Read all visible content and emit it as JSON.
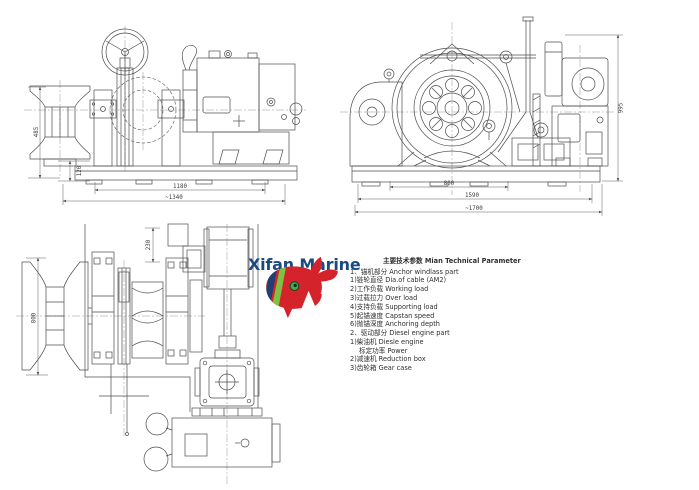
{
  "views": {
    "front": {
      "dim_485": "485",
      "dim_120": "120",
      "dim_1180": "1180",
      "dim_1340": "~1340"
    },
    "side": {
      "dim_800": "800",
      "dim_1590": "1590",
      "dim_1700": "~1700",
      "dim_995": "995"
    },
    "plan": {
      "dim_230": "230",
      "dim_800": "800"
    }
  },
  "parameters": {
    "title": "主要技术参数 Mian Technical Parameter",
    "items": [
      "1、锚机部分 Anchor windlass part",
      "1)链轮直径 Dia.of cable (AM2)",
      "2)工作负载 Working load",
      "3)过载拉力 Over load",
      "4)支持负载 Supporting load",
      "5)起锚速度 Capstan speed",
      "6)抛锚深度 Anchoring depth",
      "2、驱动部分 Diesel engine part",
      "1)柴油机 Diesle engine",
      "标定功率 Power",
      "2)减速机 Reduction box",
      "3)齿轮箱 Gear case"
    ]
  },
  "logo": {
    "brand": "Xifan Marine",
    "colors": {
      "whale_red": "#d5232c",
      "stripe_blue": "#203f73",
      "stripe_green": "#7dc242",
      "eye_green": "#3fae49",
      "text_blue": "#1a4a80",
      "drawing_line_gray": "#4d4d4d"
    }
  }
}
